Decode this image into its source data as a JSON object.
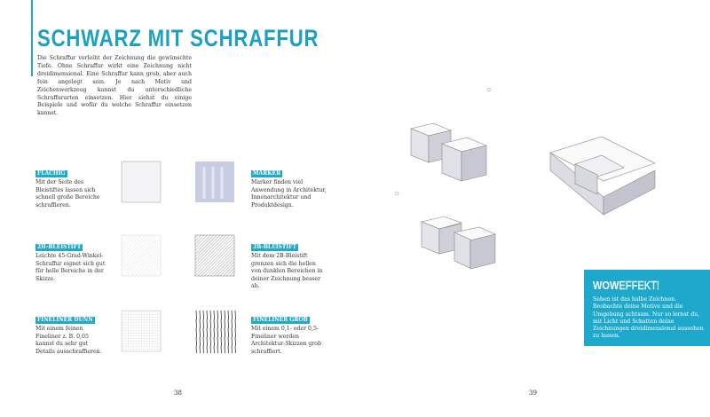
{
  "title": "SCHWARZ MIT SCHRAFFUR",
  "intro": "Die Schraffur verleiht der Zeichnung die gewünschte Tiefe. Ohne Schraffur wirkt eine Zeichnung nicht dreidimensional. Eine Schraffur kann grob, aber auch fein angelegt sein. Je nach Motiv und Zeichenwerkzeug kannst du unterschiedliche Schraffurarten einsetzen. Hier siehst du einige Beispiele und wofür du welche Schraffur einsetzen kannst.",
  "items": [
    {
      "label": "FLÄCHIG",
      "text": "Mit der Seite des Bleistiftes lassen sich schnell große Bereiche schraffieren."
    },
    {
      "label": "MARKER",
      "text": "Marker finden viel Anwendung in Architektur, Innenarchitektur und Produktdesign."
    },
    {
      "label": "2H-BLEISTIFT",
      "text": "Leichte 45-Grad-Winkel-Schraffur eignet sich gut für helle Bereiche in der Skizze."
    },
    {
      "label": "2B-BLEISTIFT",
      "text": "Mit dem 2B-Bleistift grenzen sich die hellen von dunklen Bereichen in deiner Zeichnung besser ab."
    },
    {
      "label": "FINELINER DÜNN",
      "text": "Mit einem feinen Fineliner z. B. 0,05 kannst du sehr gut Details ausschraffieren."
    },
    {
      "label": "FINELINER GROB",
      "text": "Mit einem 0,1- oder 0,5-Fineliner werden Architektur-Skizzen grob schraffiert."
    }
  ],
  "wow": {
    "title_a": "WOW",
    "title_b": "EFFEKT!",
    "text": "Sehen ist das halbe Zeichnen. Beobachte deine Motive und die Umgebung achtsam. Nur so lernst du, mit Licht und Schatten deine Zeichnungen dreidimensional aussehen zu lassen."
  },
  "pages": {
    "left": "38",
    "right": "39"
  },
  "accent": "#1ea8cc"
}
